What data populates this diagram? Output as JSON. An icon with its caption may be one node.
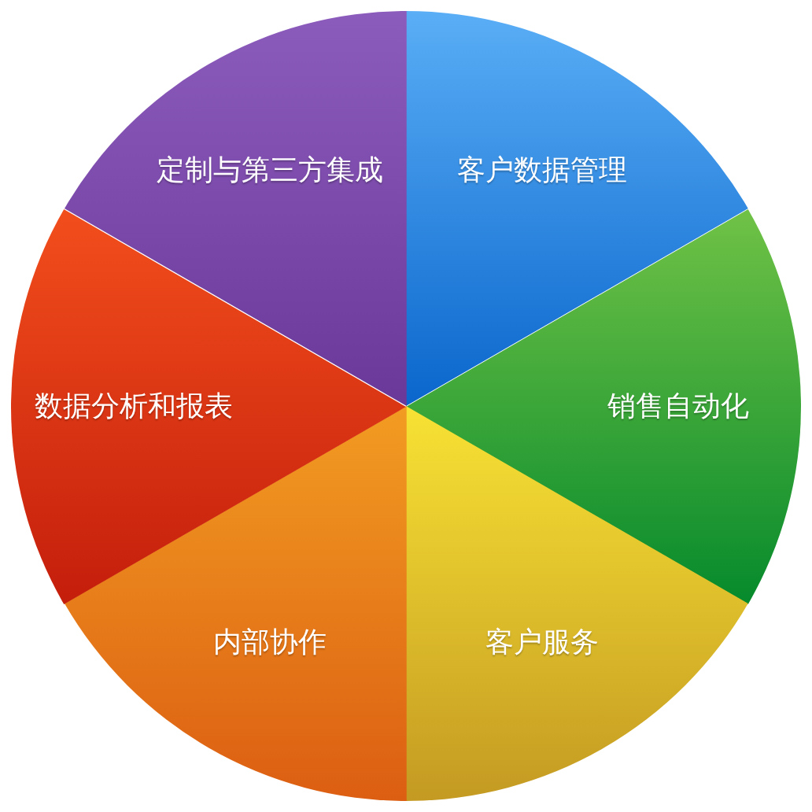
{
  "diagram": {
    "nodes": [
      {
        "text": [
          "客户数据管理"
        ]
      },
      {
        "text": [
          "销售自动化"
        ]
      },
      {
        "text": [
          "客户服务"
        ]
      },
      {
        "text": [
          "内部协作"
        ]
      },
      {
        "text": [
          "数据分析和报表"
        ]
      },
      {
        "text": [
          "定制与第三方集成"
        ]
      }
    ]
  }
}
